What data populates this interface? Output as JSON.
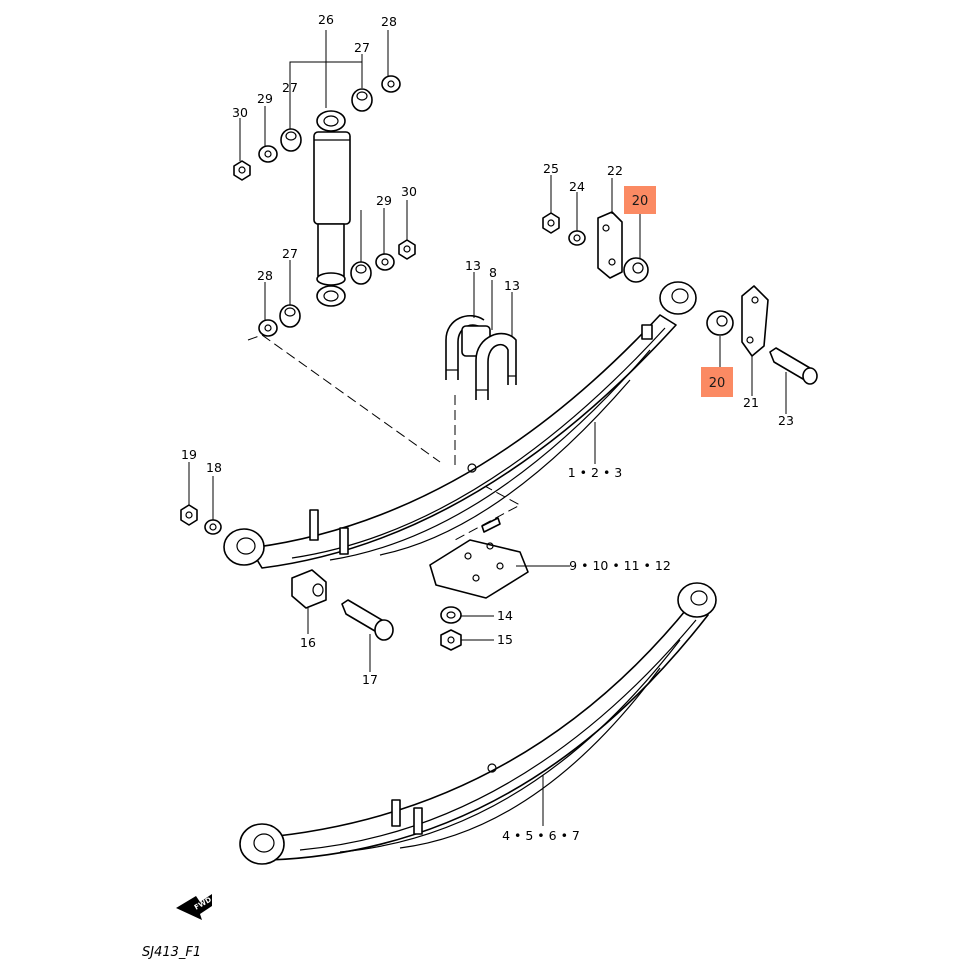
{
  "diagram": {
    "code": "SJ413_F1",
    "fwd_mark": "FWD",
    "labels": {
      "l26": "26",
      "l28": "28",
      "l27a": "27",
      "l27b": "27",
      "l29a": "29",
      "l30a": "30",
      "l29b": "29",
      "l30b": "30",
      "l27c": "27",
      "l28b": "28",
      "l25": "25",
      "l24": "24",
      "l22": "22",
      "l20a": "20",
      "l20b": "20",
      "l21": "21",
      "l23": "23",
      "l13a": "13",
      "l8": "8",
      "l13b": "13",
      "l123": "1 • 2 • 3",
      "l19": "19",
      "l18": "18",
      "l9": "9 • 10 • 11 • 12",
      "l14": "14",
      "l15": "15",
      "l16": "16",
      "l17": "17",
      "l4": "4 • 5 • 6 • 7"
    },
    "highlight_color": "#fb8a63"
  }
}
